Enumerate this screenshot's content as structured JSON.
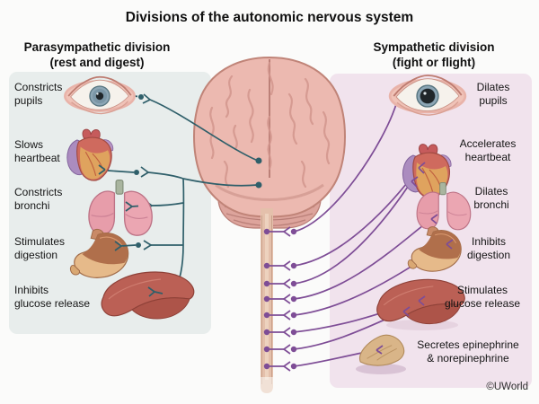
{
  "title": "Divisions of the autonomic nervous system",
  "copyright": "©UWorld",
  "center": {
    "organs": "brain and spinal cord"
  },
  "left": {
    "heading": "Parasympathetic division",
    "subheading": "(rest and digest)",
    "panel_color": "#e8edec",
    "line_color": "#2f5f6a",
    "items": [
      {
        "organ": "eye",
        "label": "Constricts\npupils"
      },
      {
        "organ": "heart",
        "label": "Slows\nheartbeat"
      },
      {
        "organ": "lungs",
        "label": "Constricts\nbronchi"
      },
      {
        "organ": "stomach",
        "label": "Stimulates\ndigestion"
      },
      {
        "organ": "liver",
        "label": "Inhibits\nglucose release"
      }
    ]
  },
  "right": {
    "heading": "Sympathetic division",
    "subheading": "(fight or flight)",
    "panel_color": "#f1e3ed",
    "line_color": "#7e4d96",
    "items": [
      {
        "organ": "eye",
        "label": "Dilates\npupils"
      },
      {
        "organ": "heart",
        "label": "Accelerates\nheartbeat"
      },
      {
        "organ": "lungs",
        "label": "Dilates\nbronchi"
      },
      {
        "organ": "stomach",
        "label": "Inhibits\ndigestion"
      },
      {
        "organ": "liver",
        "label": "Stimulates\nglucose release"
      },
      {
        "organ": "adrenal gland",
        "label": "Secretes epinephrine\n& norepinephrine"
      }
    ]
  }
}
